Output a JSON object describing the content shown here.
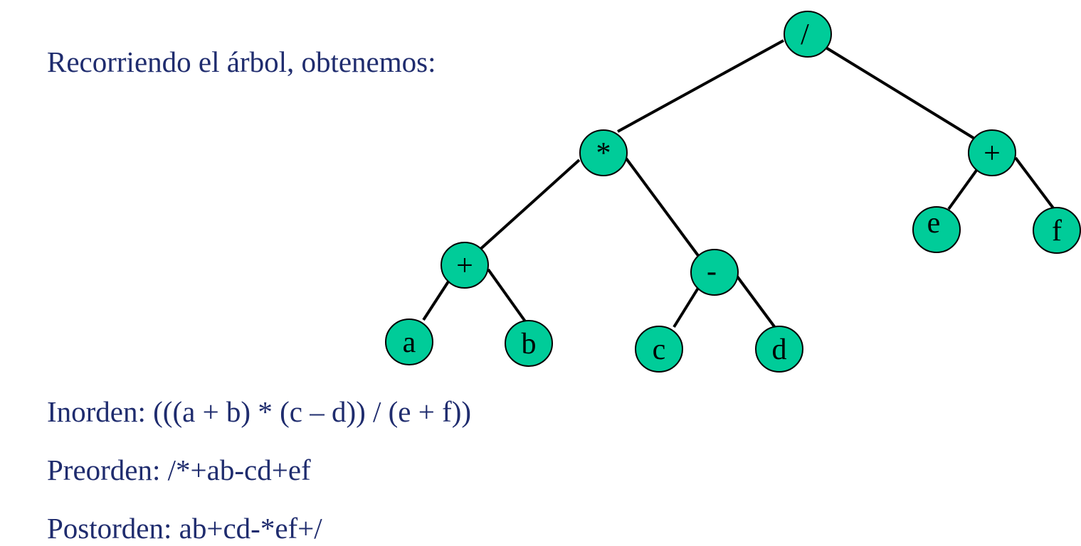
{
  "intro_text": "Recorriendo el árbol, obtenemos:",
  "traversals": {
    "inorden": {
      "label": "Inorden:",
      "value": "(((a + b) * (c – d)) / (e + f))"
    },
    "preorden": {
      "label": "Preorden:",
      "value": "/*+ab-cd+ef"
    },
    "postorden": {
      "label": "Postorden:",
      "value": "ab+cd-*ef+/"
    }
  },
  "tree": {
    "nodes": [
      {
        "id": "root",
        "label": "/"
      },
      {
        "id": "mul",
        "label": "*"
      },
      {
        "id": "plus-right",
        "label": "+"
      },
      {
        "id": "plus-left",
        "label": "+"
      },
      {
        "id": "minus",
        "label": "-"
      },
      {
        "id": "a",
        "label": "a"
      },
      {
        "id": "b",
        "label": "b"
      },
      {
        "id": "c",
        "label": "c"
      },
      {
        "id": "d",
        "label": "d"
      },
      {
        "id": "e",
        "label": "e"
      },
      {
        "id": "f",
        "label": "f"
      }
    ],
    "edges": [
      [
        "root",
        "mul"
      ],
      [
        "root",
        "plus-right"
      ],
      [
        "mul",
        "plus-left"
      ],
      [
        "mul",
        "minus"
      ],
      [
        "plus-left",
        "a"
      ],
      [
        "plus-left",
        "b"
      ],
      [
        "minus",
        "c"
      ],
      [
        "minus",
        "d"
      ],
      [
        "plus-right",
        "e"
      ],
      [
        "plus-right",
        "f"
      ]
    ],
    "colors": {
      "node_fill": "#00cc99",
      "node_stroke": "#000000",
      "edge": "#000000",
      "text": "#1f2c6e"
    }
  }
}
